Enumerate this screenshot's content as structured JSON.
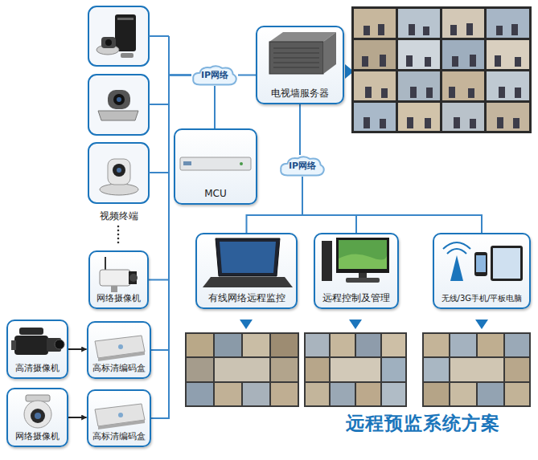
{
  "diagram": {
    "title": "远程预监系统方案",
    "nodes": [
      {
        "text": [
          "网络摄像机"
        ]
      },
      {
        "text": [
          "高清摄像机"
        ]
      },
      {
        "text": [
          "高标清编码盒"
        ]
      },
      {
        "text": [
          "网络摄像机"
        ]
      },
      {
        "text": [
          "高标清编码盒"
        ]
      },
      {
        "text": [
          "IP网络"
        ]
      },
      {
        "text": [
          "电视墙服务器"
        ]
      },
      {
        "text": [
          "MCU"
        ]
      },
      {
        "text": [
          "IP网络"
        ]
      },
      {
        "text": [
          "有线网络远程监控"
        ]
      },
      {
        "text": [
          "远程控制及管理"
        ]
      },
      {
        "text": [
          "无线/3G手机/平板电脑"
        ]
      }
    ],
    "edges": [
      {
        "from": 1,
        "to": 2,
        "arrow": "to"
      },
      {
        "from": 3,
        "to": 4,
        "arrow": "to"
      },
      {
        "from": 0,
        "to": 5,
        "arrow": "none"
      },
      {
        "from": 2,
        "to": 5,
        "arrow": "none"
      },
      {
        "from": 4,
        "to": 5,
        "arrow": "none"
      },
      {
        "from": 5,
        "to": 6,
        "arrow": "none"
      },
      {
        "from": 5,
        "to": 7,
        "arrow": "none"
      },
      {
        "from": 6,
        "to": 8,
        "arrow": "none"
      },
      {
        "from": 8,
        "to": 9,
        "arrow": "none"
      },
      {
        "from": 8,
        "to": 10,
        "arrow": "none"
      },
      {
        "from": 8,
        "to": 11,
        "arrow": "none"
      }
    ],
    "labels": [
      "视频终端"
    ]
  }
}
